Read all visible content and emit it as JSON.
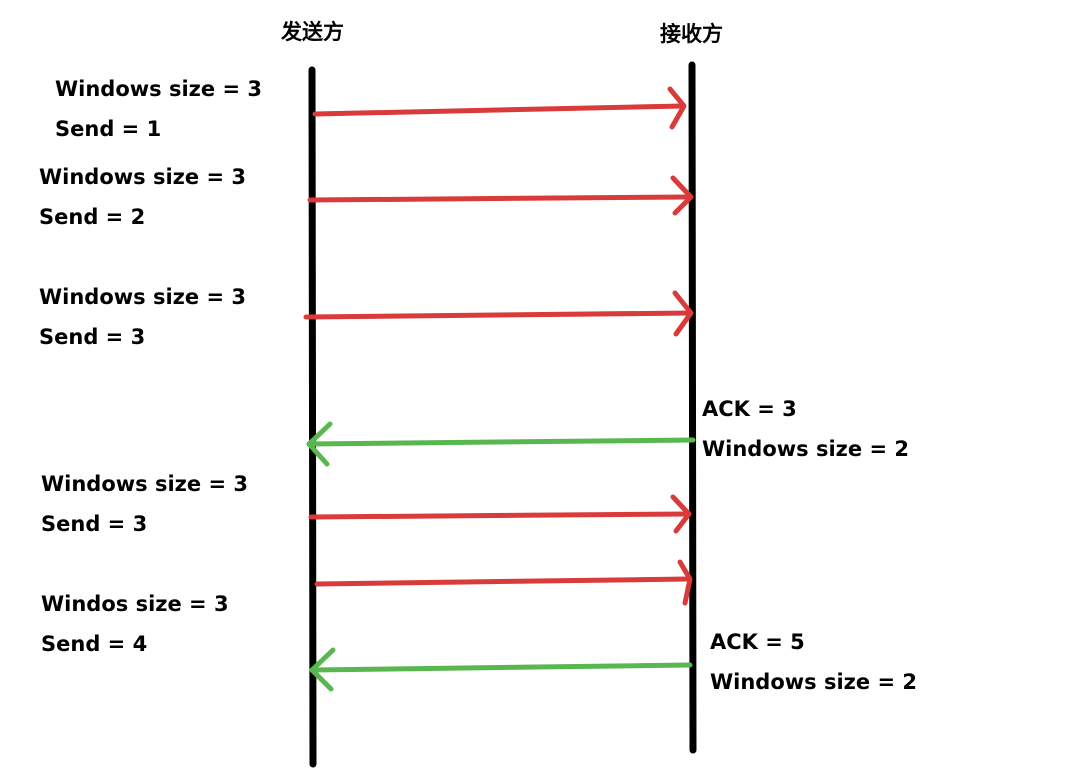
{
  "participants": {
    "sender": "发送方",
    "receiver": "接收方"
  },
  "colors": {
    "lifeline": "#000000",
    "data_arrow": "#d93a3a",
    "ack_arrow": "#58b84f",
    "text": "#000000"
  },
  "messages": [
    {
      "direction": "sender-to-receiver",
      "kind": "data"
    },
    {
      "direction": "sender-to-receiver",
      "kind": "data"
    },
    {
      "direction": "sender-to-receiver",
      "kind": "data"
    },
    {
      "direction": "receiver-to-sender",
      "kind": "ack"
    },
    {
      "direction": "sender-to-receiver",
      "kind": "data"
    },
    {
      "direction": "sender-to-receiver",
      "kind": "data"
    },
    {
      "direction": "receiver-to-sender",
      "kind": "ack"
    }
  ],
  "sender_notes": [
    {
      "line1": "Windows size = 3",
      "line2": "Send = 1"
    },
    {
      "line1": "Windows size = 3",
      "line2": "Send = 2"
    },
    {
      "line1": "Windows size = 3",
      "line2": "Send = 3"
    },
    {
      "line1": "Windows size = 3",
      "line2": "Send = 3"
    },
    {
      "line1": "Windos size = 3",
      "line2": "Send = 4"
    }
  ],
  "receiver_notes": [
    {
      "line1": "ACK = 3",
      "line2": "Windows size = 2"
    },
    {
      "line1": "ACK = 5",
      "line2": "Windows size = 2"
    }
  ]
}
